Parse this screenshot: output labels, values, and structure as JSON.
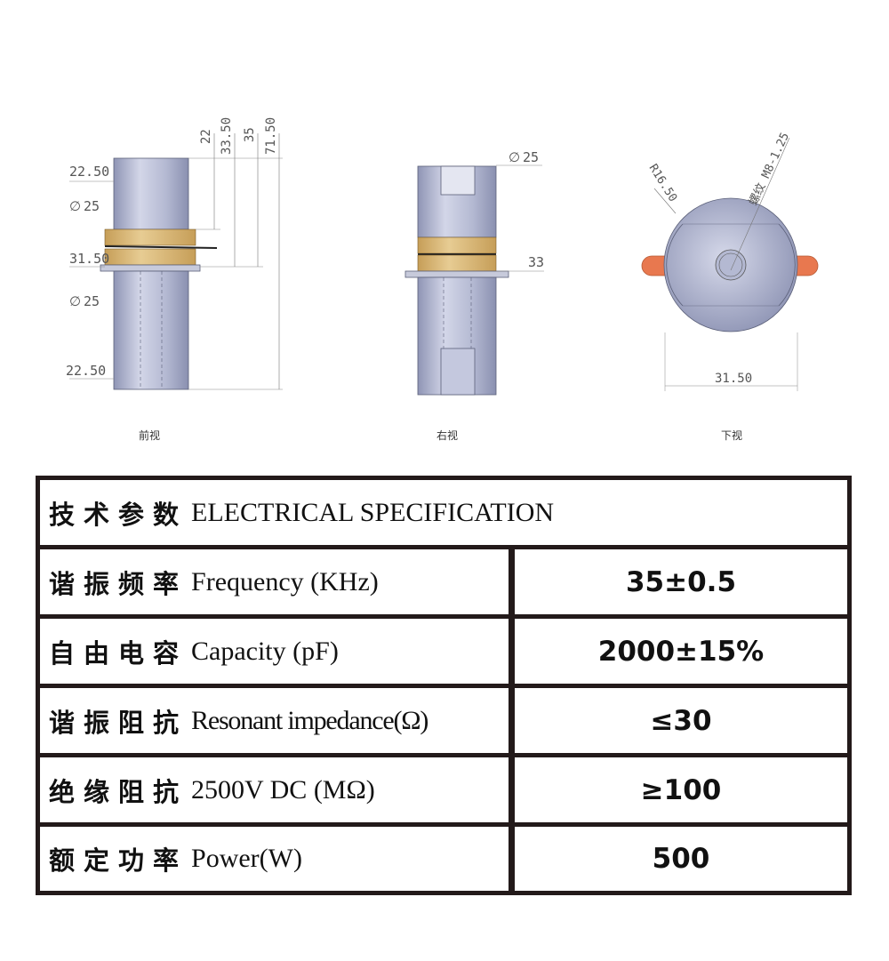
{
  "views": {
    "front": {
      "label": "前视",
      "dims_left": [
        "22.50",
        "25",
        "31.50",
        "25",
        "22.50"
      ],
      "dims_top": [
        "22",
        "33.50",
        "35",
        "71.50"
      ]
    },
    "right": {
      "label": "右视",
      "dims": [
        "25",
        "33"
      ]
    },
    "bottom": {
      "label": "下视",
      "radius": "R16.50",
      "thread": "螺纹 M8-1.25",
      "width": "31.50"
    }
  },
  "colors": {
    "body": "#b4b9d2",
    "ceramic": "#d9b97c",
    "electrode": "#e8784f",
    "table_border": "#231a1a"
  },
  "spec": {
    "header": {
      "cn": "技术参数",
      "en": "ELECTRICAL SPECIFICATION"
    },
    "rows": [
      {
        "cn": "谐振频率",
        "en": "Frequency (KHz)",
        "value": "35±0.5"
      },
      {
        "cn": "自由电容",
        "en": "Capacity (pF)",
        "value": "2000±15%"
      },
      {
        "cn": "谐振阻抗",
        "en": "Resonant impedance(Ω)",
        "value": "≤30"
      },
      {
        "cn": "绝缘阻抗",
        "en": "2500V DC (MΩ)",
        "value": "≥100"
      },
      {
        "cn": "额定功率",
        "en": "Power(W)",
        "value": "500"
      }
    ]
  }
}
